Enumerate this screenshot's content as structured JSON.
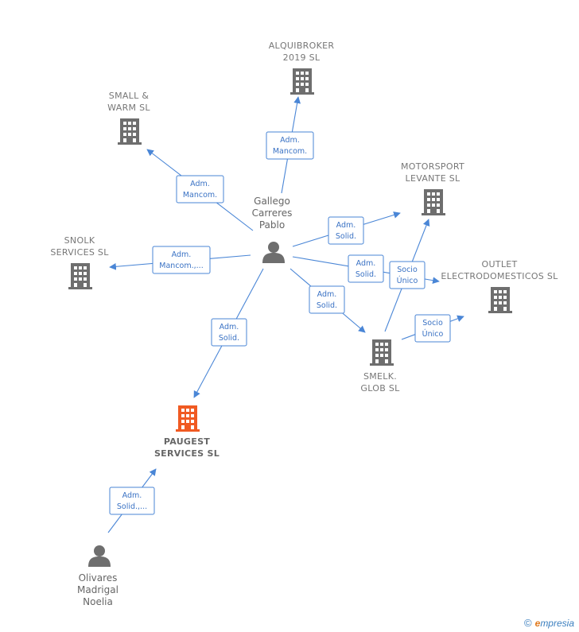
{
  "colors": {
    "edge": "#4a86d6",
    "building": "#6e6e6e",
    "highlight": "#f05a22",
    "person": "#6e6e6e"
  },
  "nodes": {
    "alquibroker": {
      "type": "company",
      "label_lines": [
        "ALQUIBROKER",
        "2019  SL"
      ]
    },
    "small_warm": {
      "type": "company",
      "label_lines": [
        "SMALL &",
        "WARM  SL"
      ]
    },
    "motorsport": {
      "type": "company",
      "label_lines": [
        "MOTORSPORT",
        "LEVANTE SL"
      ]
    },
    "snolk": {
      "type": "company",
      "label_lines": [
        "SNOLK",
        "SERVICES  SL"
      ]
    },
    "outlet": {
      "type": "company",
      "label_lines": [
        "OUTLET",
        "ELECTRODOMESTICOS SL"
      ]
    },
    "smelk": {
      "type": "company",
      "label_lines": [
        "SMELK.",
        "GLOB  SL"
      ]
    },
    "paugest": {
      "type": "company",
      "highlight": true,
      "label_lines": [
        "PAUGEST",
        "SERVICES  SL"
      ]
    },
    "gallego": {
      "type": "person",
      "label_lines": [
        "Gallego",
        "Carreres",
        "Pablo"
      ]
    },
    "olivares": {
      "type": "person",
      "label_lines": [
        "Olivares",
        "Madrigal",
        "Noelia"
      ]
    }
  },
  "relations": [
    {
      "label_lines": [
        "Adm.",
        "Mancom."
      ]
    },
    {
      "label_lines": [
        "Adm.",
        "Mancom."
      ]
    },
    {
      "label_lines": [
        "Adm.",
        "Solid."
      ]
    },
    {
      "label_lines": [
        "Adm.",
        "Mancom.,..."
      ]
    },
    {
      "label_lines": [
        "Adm.",
        "Solid."
      ]
    },
    {
      "label_lines": [
        "Adm.",
        "Solid."
      ]
    },
    {
      "label_lines": [
        "Adm.",
        "Solid."
      ]
    },
    {
      "label_lines": [
        "Socio",
        "Único"
      ]
    },
    {
      "label_lines": [
        "Socio",
        "Único"
      ]
    },
    {
      "label_lines": [
        "Adm.",
        "Solid.,..."
      ]
    }
  ],
  "footer": {
    "copyright": "©",
    "brand_first": "e",
    "brand_rest": "mpresia"
  }
}
